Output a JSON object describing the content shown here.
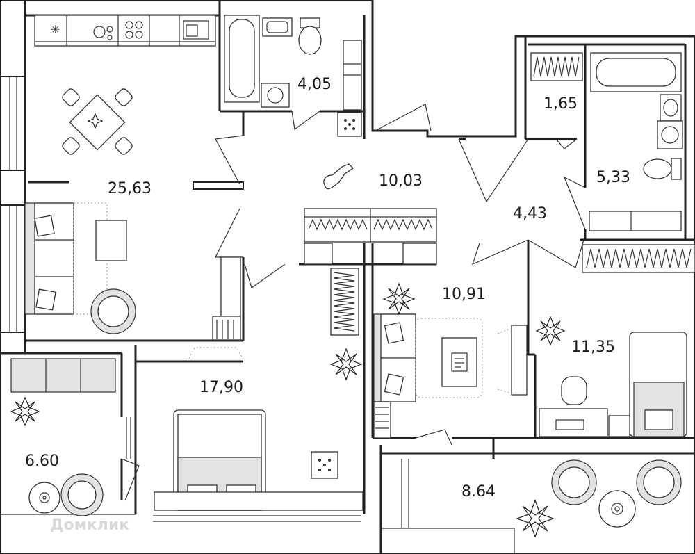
{
  "rooms": [
    {
      "id": "kitchen-living",
      "area": "25,63"
    },
    {
      "id": "bathroom-1",
      "area": "4,05"
    },
    {
      "id": "hallway",
      "area": "10,03"
    },
    {
      "id": "corridor",
      "area": "4,43"
    },
    {
      "id": "wardrobe",
      "area": "1,65"
    },
    {
      "id": "bathroom-2",
      "area": "5,33"
    },
    {
      "id": "bedroom-1",
      "area": "17,90"
    },
    {
      "id": "bedroom-2",
      "area": "10,91"
    },
    {
      "id": "bedroom-3",
      "area": "11,35"
    },
    {
      "id": "loggia-1",
      "area": "6.60"
    },
    {
      "id": "loggia-2",
      "area": "8.64"
    }
  ],
  "watermark": "Домклик",
  "colors": {
    "wall": "#222222",
    "soft": "#e3e3e3",
    "background": "#ffffff"
  },
  "icons": [
    "kitchen-stove-icon",
    "washing-machine-icon",
    "plant-icon",
    "cat-icon",
    "desk-computer-icon"
  ]
}
